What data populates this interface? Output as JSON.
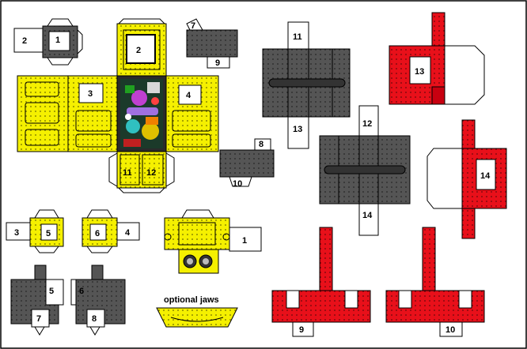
{
  "colors": {
    "yellow": "#f5f000",
    "gray": "#555555",
    "red": "#e8101a",
    "outline": "#000000",
    "tab": "#ffffff"
  },
  "labels": {
    "l1a": "1",
    "l2a": "2",
    "l2b": "2",
    "l3a": "3",
    "l4a": "4",
    "l7a": "7",
    "l9a": "9",
    "l11a": "11",
    "l12a": "12",
    "l8a": "8",
    "l10a": "10",
    "l11b": "11",
    "l13a": "13",
    "l12b": "12",
    "l14a": "14",
    "l13b": "13",
    "l14b": "14",
    "l3b": "3",
    "l5a": "5",
    "l6a": "6",
    "l4b": "4",
    "l1b": "1",
    "l5b": "5",
    "l7b": "7",
    "l6b": "6",
    "l8b": "8",
    "l9b": "9",
    "l10b": "10"
  },
  "caption": "optional jaws"
}
